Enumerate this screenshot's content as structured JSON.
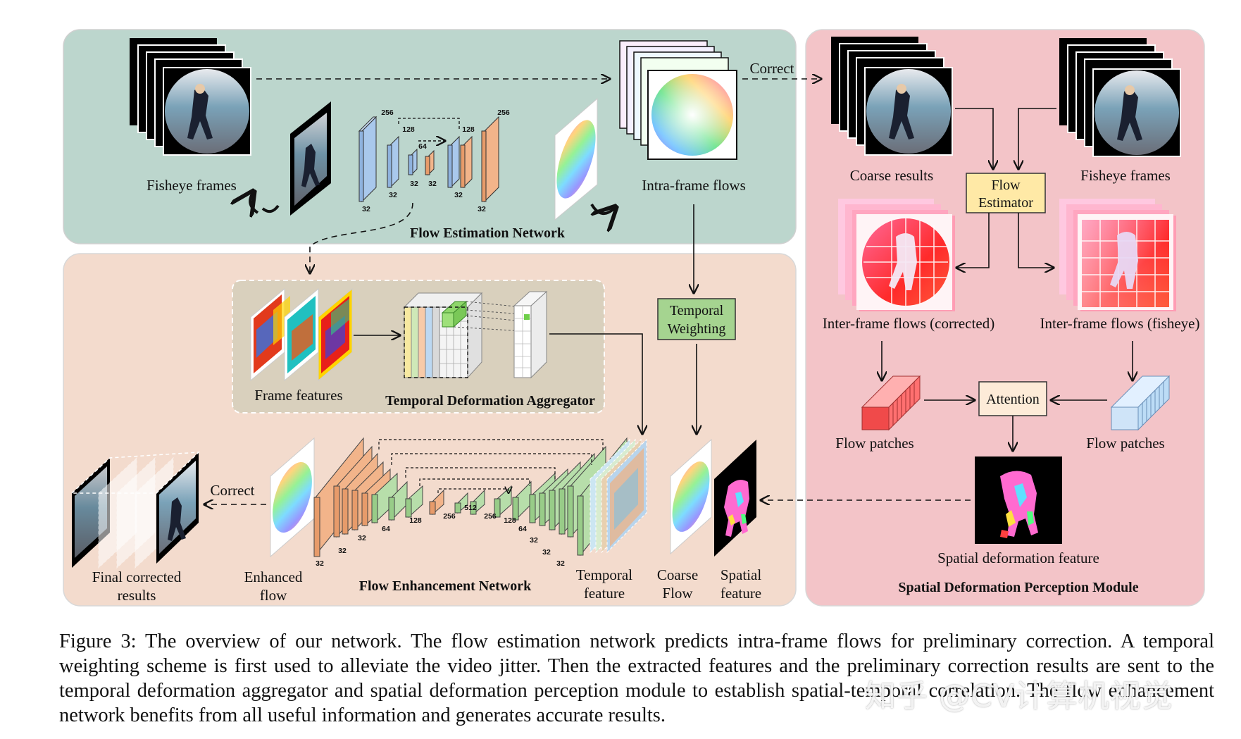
{
  "labels": {
    "fisheye_frames_left": "Fisheye frames",
    "intra_frame_flows": "Intra-frame flows",
    "correct_top": "Correct",
    "flow_estimation_network": "Flow Estimation Network",
    "coarse_results": "Coarse  results",
    "fisheye_frames_right": "Fisheye frames",
    "flow_estimator_line1": "Flow",
    "flow_estimator_line2": "Estimator",
    "inter_corrected": "Inter-frame flows (corrected)",
    "inter_fisheye": "Inter-frame flows (fisheye)",
    "attention": "Attention",
    "flow_patches_left": "Flow patches",
    "flow_patches_right": "Flow patches",
    "spatial_deformation_feature": "Spatial deformation feature",
    "sdpm": "Spatial Deformation Perception Module",
    "temporal_weighting_line1": "Temporal",
    "temporal_weighting_line2": "Weighting",
    "frame_features": "Frame features",
    "tda": "Temporal Deformation Aggregator",
    "correct_bottom": "Correct",
    "final_line1": "Final corrected",
    "final_line2": "results",
    "enhanced_line1": "Enhanced",
    "enhanced_line2": "flow",
    "flow_enhancement_network": "Flow Enhancement Network",
    "temporal_feature_line1": "Temporal",
    "temporal_feature_line2": "feature",
    "coarse_flow_line1": "Coarse",
    "coarse_flow_line2": "Flow",
    "spatial_feature_line1": "Spatial",
    "spatial_feature_line2": "feature"
  },
  "top_net_dims": {
    "d1": "256",
    "d2": "128",
    "d3": "64",
    "d4": "128",
    "d5": "256",
    "b1": "32",
    "b2": "32",
    "b3": "32",
    "b4": "32",
    "b5": "32",
    "b6": "32"
  },
  "bottom_net_dims": {
    "e1": "32",
    "e2": "32",
    "e3": "32",
    "e4": "64",
    "e5": "128",
    "e6": "256",
    "e7": "512",
    "e8": "256",
    "e9": "128",
    "e10": "64",
    "e11": "32",
    "e12": "32",
    "e13": "32"
  },
  "caption": "Figure 3:  The overview of our network. The flow estimation network predicts intra-frame flows for preliminary correction. A temporal weighting scheme is first used to alleviate the video jitter. Then the extracted features and the preliminary correction results are sent to the temporal deformation aggregator and spatial deformation perception module to establish spatial-temporal correlation. The flow enhancement network benefits from all useful information and generates accurate results.",
  "watermark": "知乎 @CV计算机视觉",
  "colors": {
    "top_panel": "#bcd6cd",
    "bottom_panel": "#f3dbcd",
    "right_panel": "#f3c4c8",
    "tda_panel": "#d9d0bd",
    "flow_estimator_box": "#ffe9a6",
    "temporal_weighting_box": "#a5d490",
    "encoder_blue": "#a9c8ec",
    "decoder_orange": "#f2b48a",
    "decoder_green": "#b7deaa"
  }
}
